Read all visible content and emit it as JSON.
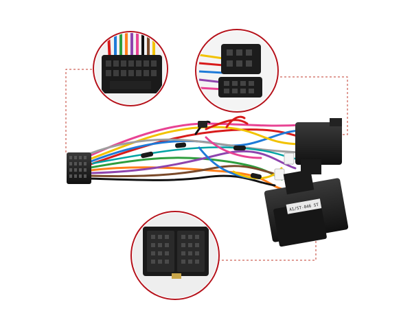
{
  "photo": {
    "subject": "car-radio-wiring-harness-adapter",
    "background_color": "#ffffff",
    "callout_ring_color": "#b5121b",
    "dashed_leader_color": "#c0392b",
    "connector_color": "#1c1c1c",
    "label_sticker_text": "A1/ST-046 ST",
    "wire_colors": [
      "#d81b1b",
      "#1e7ad8",
      "#f2c200",
      "#2e9e3e",
      "#ff7f1a",
      "#8e44ad",
      "#e84393",
      "#7a4a2a",
      "#9e9e9e",
      "#111111",
      "#ffffff",
      "#00a3a3"
    ]
  },
  "callouts": [
    {
      "name": "head-unit-20-pin-connector-closeup"
    },
    {
      "name": "iso-connector-pair-closeup"
    },
    {
      "name": "vehicle-quadlock-connector-closeup"
    }
  ]
}
